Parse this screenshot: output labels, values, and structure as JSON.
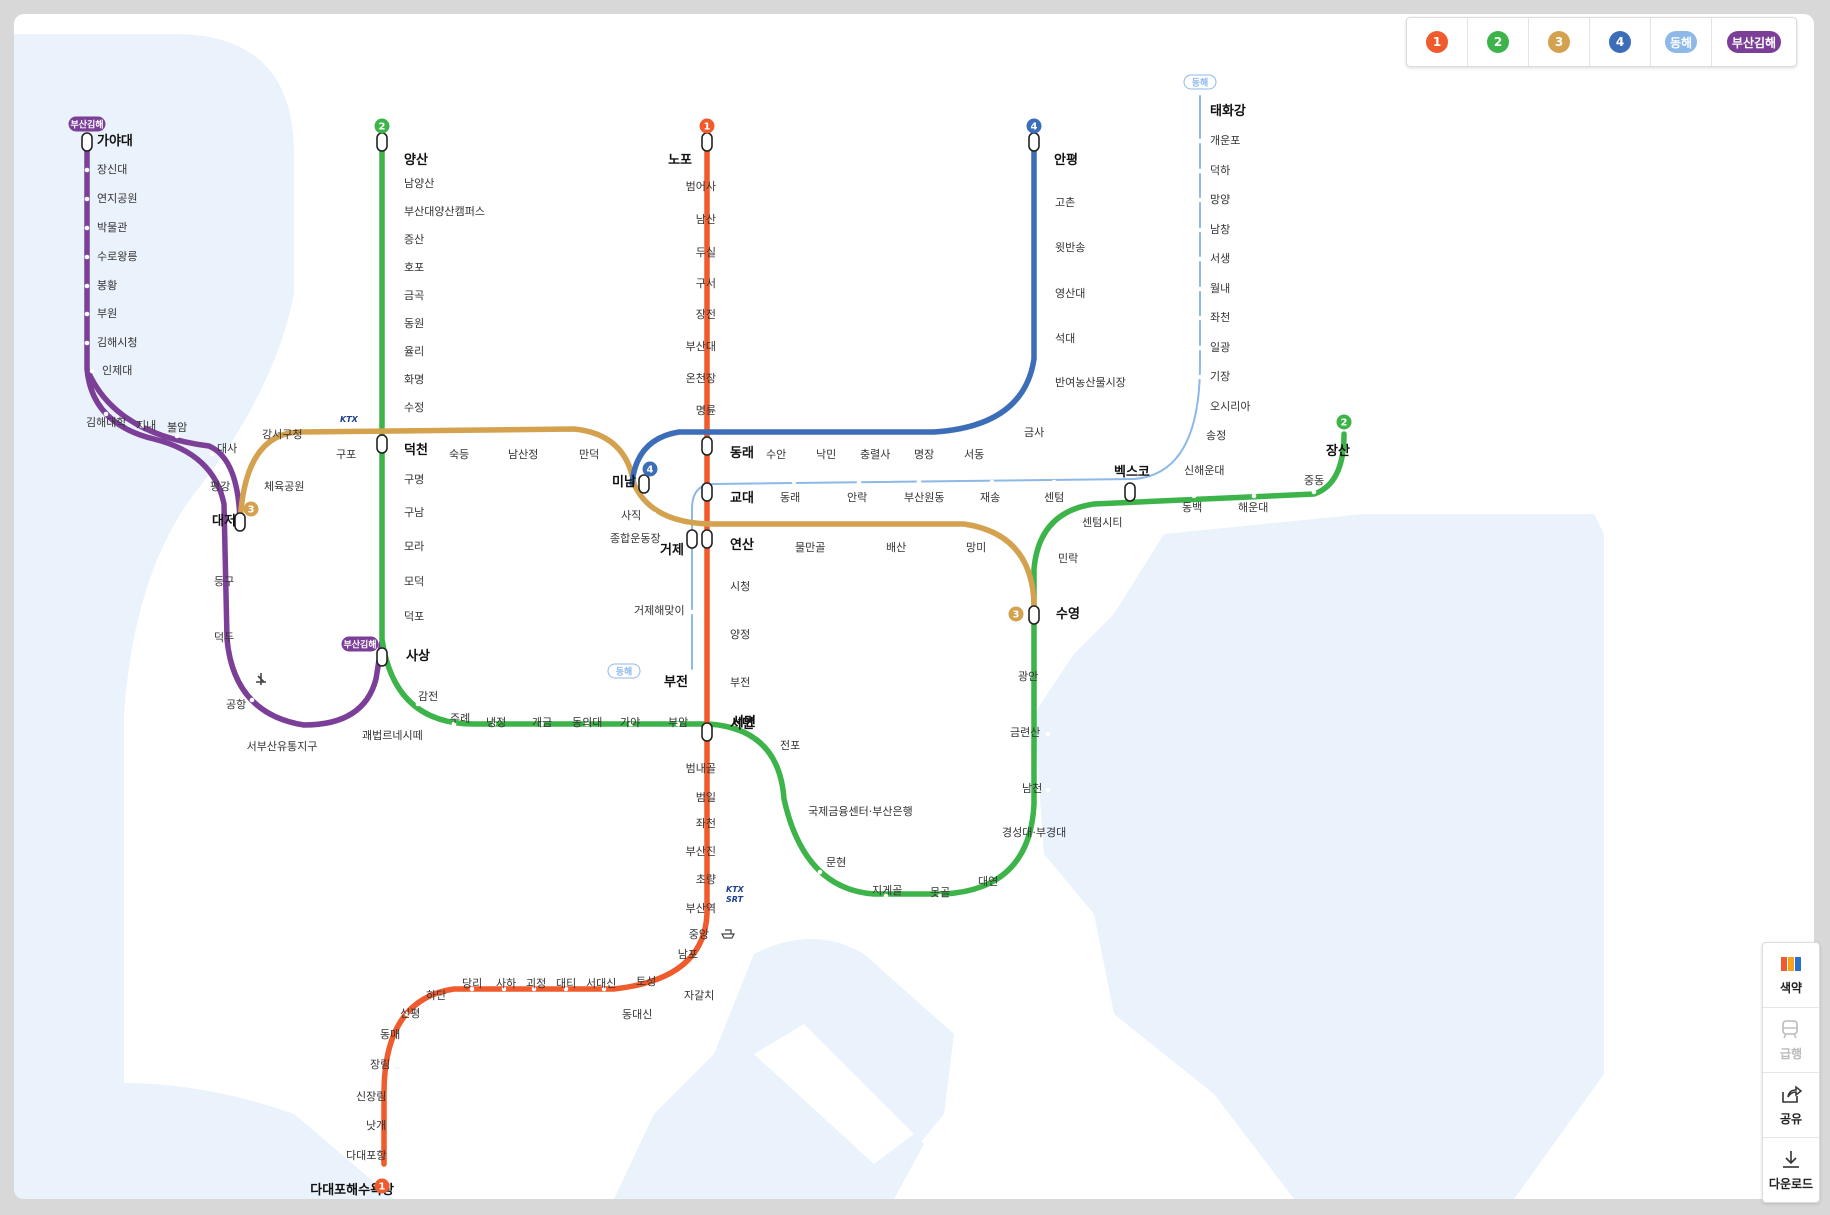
{
  "colors": {
    "line1": "#EF5B2C",
    "line2": "#3DB449",
    "line3": "#D4A14F",
    "line4": "#3B6DB8",
    "donghae": "#8DB8E8",
    "gimhae": "#7B3F98",
    "water": "#EAF2FB"
  },
  "legend": [
    {
      "label": "1",
      "color": "#EF5B2C",
      "icon": "line-1-badge"
    },
    {
      "label": "2",
      "color": "#3DB449",
      "icon": "line-2-badge"
    },
    {
      "label": "3",
      "color": "#D4A14F",
      "icon": "line-3-badge"
    },
    {
      "label": "4",
      "color": "#3B6DB8",
      "icon": "line-4-badge"
    },
    {
      "label": "동해",
      "color": "#8DB8E8",
      "icon": "donghae-badge"
    },
    {
      "label": "부산김해",
      "color": "#7B3F98",
      "icon": "gimhae-badge"
    }
  ],
  "toolbar": [
    {
      "label": "색약",
      "icon": "color-blind-icon",
      "enabled": true
    },
    {
      "label": "급행",
      "icon": "express-train-icon",
      "enabled": false
    },
    {
      "label": "공유",
      "icon": "share-icon",
      "enabled": true
    },
    {
      "label": "다운로드",
      "icon": "download-icon",
      "enabled": true
    }
  ],
  "badges": {
    "line1": "1",
    "line2": "2",
    "line3": "3",
    "line4": "4",
    "donghae": "동해",
    "gimhae": "부산김해"
  },
  "transfer_marks": {
    "ktx": "KTX",
    "srt": "SRT"
  },
  "lines": {
    "gimhae": [
      "가야대",
      "장신대",
      "연지공원",
      "박물관",
      "수로왕릉",
      "봉황",
      "부원",
      "김해시청",
      "인제대",
      "김해대학",
      "지내",
      "불암",
      "대사",
      "평강",
      "대저",
      "등구",
      "덕두",
      "공항",
      "서부산유통지구",
      "괘법르네시떼",
      "사상"
    ],
    "line2": [
      "양산",
      "남양산",
      "부산대양산캠퍼스",
      "증산",
      "호포",
      "금곡",
      "동원",
      "율리",
      "화명",
      "수정",
      "덕천",
      "구명",
      "구남",
      "모라",
      "모덕",
      "덕포",
      "사상",
      "감전",
      "주례",
      "냉정",
      "개금",
      "동의대",
      "가야",
      "부암",
      "서면",
      "전포",
      "국제금융센터·부산은행",
      "문현",
      "지게골",
      "못골",
      "대연",
      "경성대·부경대",
      "남천",
      "금련산",
      "광안",
      "수영",
      "민락",
      "센텀시티",
      "벡스코",
      "동백",
      "해운대",
      "중동",
      "장산"
    ],
    "line1": [
      "노포",
      "범어사",
      "남산",
      "두실",
      "구서",
      "장전",
      "부산대",
      "온천장",
      "명륜",
      "동래",
      "교대",
      "연산",
      "시청",
      "양정",
      "부전",
      "서면",
      "범내골",
      "범일",
      "좌천",
      "부산진",
      "초량",
      "부산역",
      "중앙",
      "남포",
      "자갈치",
      "토성",
      "동대신",
      "서대신",
      "대티",
      "괴정",
      "사하",
      "당리",
      "하단",
      "신평",
      "동매",
      "장림",
      "신장림",
      "낫개",
      "다대포항",
      "다대포해수욕장"
    ],
    "line3": [
      "대저",
      "체육공원",
      "강서구청",
      "구포",
      "덕천",
      "숙등",
      "남산정",
      "만덕",
      "미남",
      "사직",
      "종합운동장",
      "거제",
      "연산",
      "물만골",
      "배산",
      "망미",
      "수영"
    ],
    "line4": [
      "안평",
      "고촌",
      "윗반송",
      "영산대",
      "석대",
      "반여농산물시장",
      "금사",
      "서동",
      "명장",
      "충렬사",
      "낙민",
      "수안",
      "동래",
      "미남"
    ],
    "donghae": [
      "태화강",
      "개운포",
      "덕하",
      "망양",
      "남창",
      "서생",
      "월내",
      "좌천",
      "일광",
      "기장",
      "오시리아",
      "송정",
      "신해운대",
      "벡스코",
      "센텀",
      "재송",
      "부산원동",
      "안락",
      "동래",
      "교대",
      "거제",
      "거제해맞이",
      "부전"
    ]
  }
}
